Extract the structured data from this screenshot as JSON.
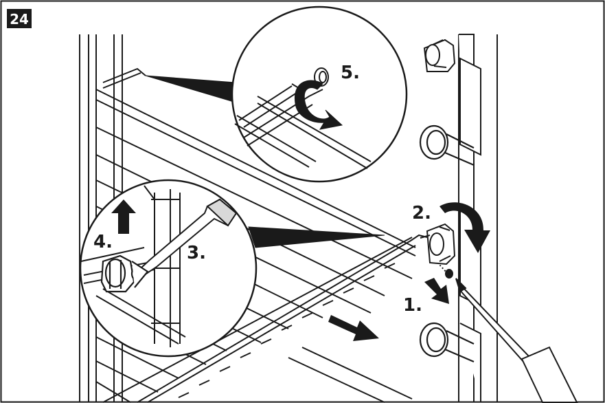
{
  "figure": {
    "number": "24",
    "steps": [
      "1.",
      "2.",
      "3.",
      "4.",
      "5."
    ]
  },
  "colors": {
    "line": "#1a1a1a",
    "fill": "#ffffff",
    "shade": "#d9d9d9",
    "badge": "#1a1a1a",
    "badge_text": "#ffffff"
  }
}
